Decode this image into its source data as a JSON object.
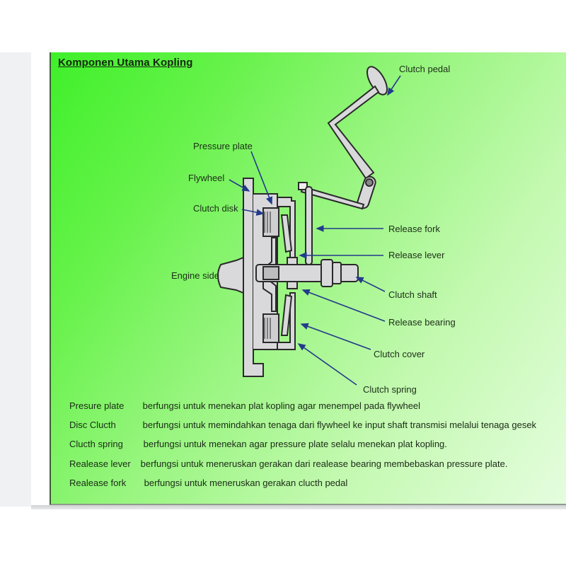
{
  "slide": {
    "title": "Komponen Utama Kopling"
  },
  "colors": {
    "background_start": "#3ff02a",
    "background_end": "#e6fde0",
    "arrow": "#233a8a",
    "part_fill": "#d9d9dc",
    "part_stroke": "#2a2a2a"
  },
  "labels": {
    "clutch_pedal": "Clutch pedal",
    "pressure_plate": "Pressure plate",
    "flywheel": "Flywheel",
    "clutch_disk": "Clutch disk",
    "engine_side": "Engine side",
    "release_fork": "Release fork",
    "release_lever": "Release lever",
    "clutch_shaft": "Clutch shaft",
    "release_bearing": "Release bearing",
    "clutch_cover": "Clutch cover",
    "clutch_spring": "Clutch spring"
  },
  "descriptions": [
    {
      "term": "Presure plate",
      "text": "berfungsi untuk menekan plat kopling agar menempel pada flywheel"
    },
    {
      "term": "Disc Clucth",
      "text": "berfungsi untuk memindahkan tenaga dari flywheel ke input shaft transmisi melalui tenaga gesek"
    },
    {
      "term": "Clucth spring",
      "text": "berfungsi untuk menekan agar pressure plate selalu menekan plat kopling."
    },
    {
      "term": "Realease lever",
      "text": "berfungsi untuk meneruskan gerakan dari realease bearing membebaskan pressure plate."
    },
    {
      "term": "Realease fork",
      "text": "berfungsi untuk meneruskan gerakan clucth pedal"
    }
  ]
}
